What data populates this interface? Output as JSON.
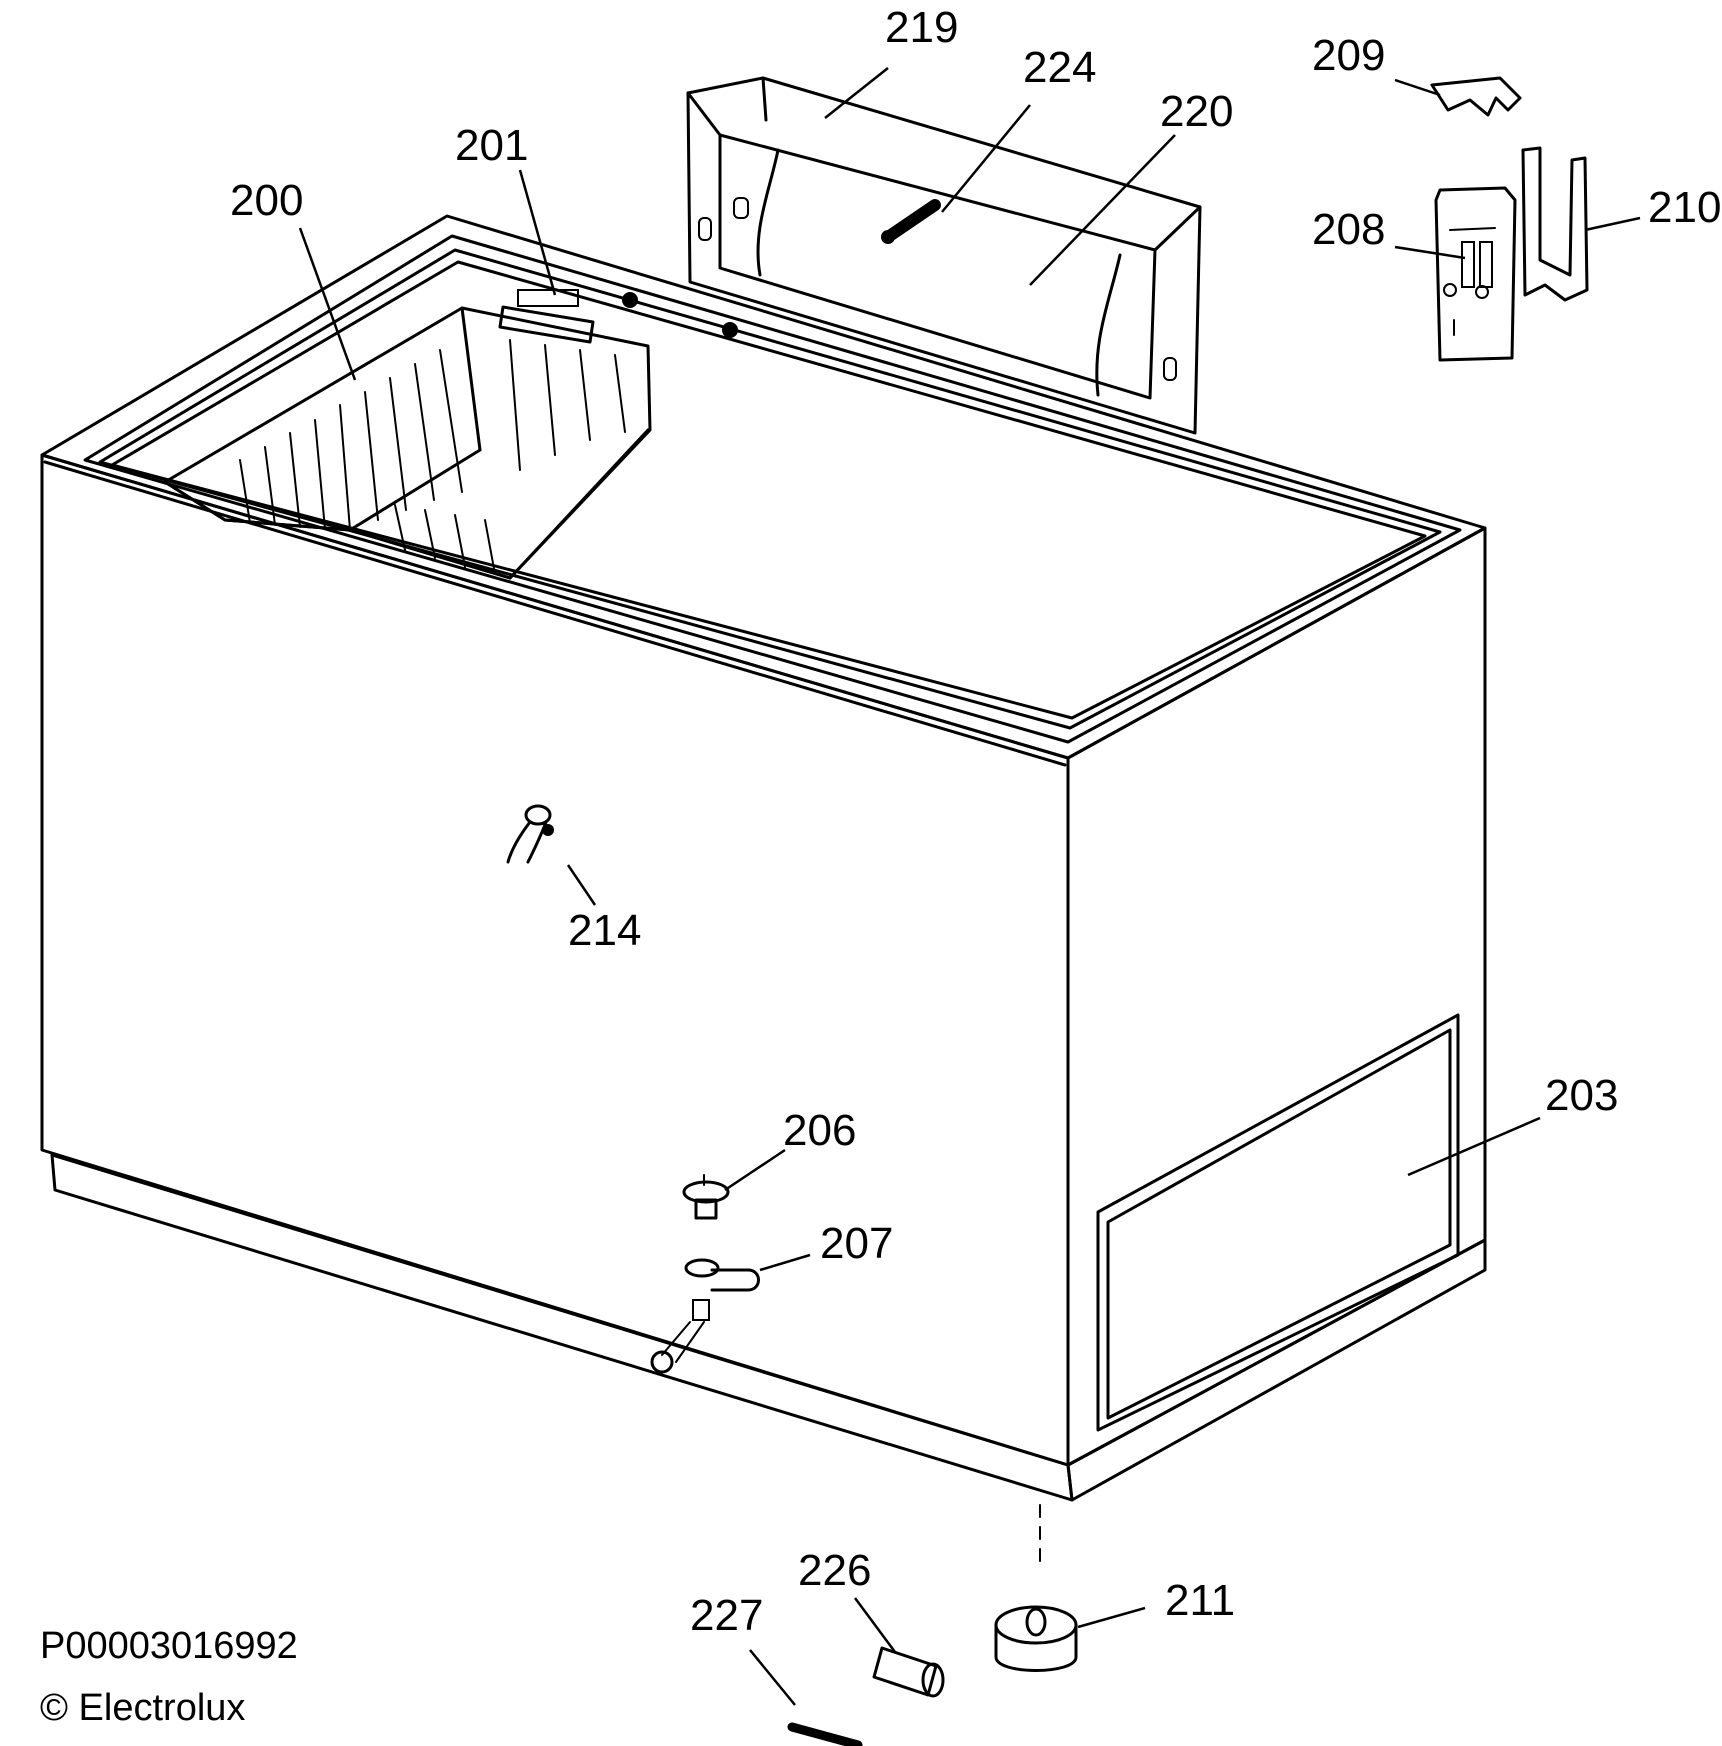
{
  "labels": {
    "p200": "200",
    "p201": "201",
    "p203": "203",
    "p206": "206",
    "p207": "207",
    "p208": "208",
    "p209": "209",
    "p210": "210",
    "p211": "211",
    "p214": "214",
    "p219": "219",
    "p220": "220",
    "p224": "224",
    "p226": "226",
    "p227": "227"
  },
  "footer": {
    "code": "P00003016992",
    "copyright": "© Electrolux"
  }
}
